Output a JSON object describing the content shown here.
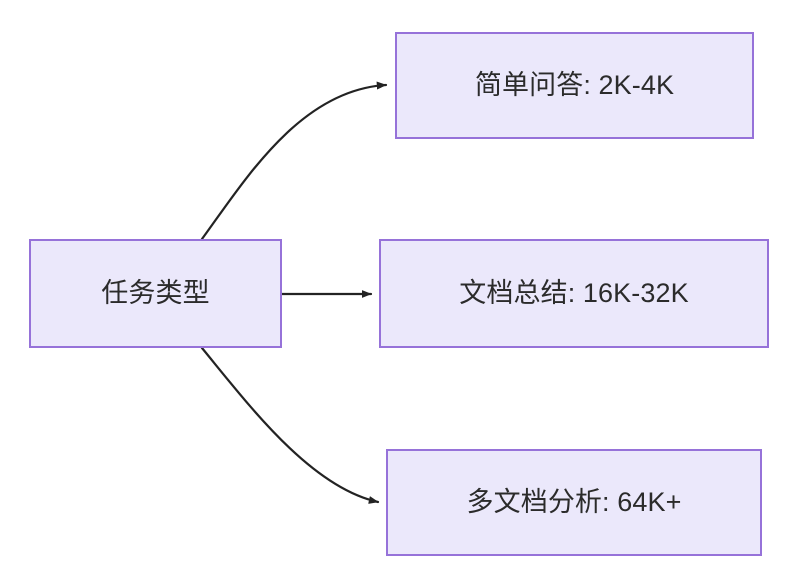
{
  "diagram": {
    "type": "flowchart",
    "direction": "left-to-right",
    "background_color": "#ffffff",
    "node_fill_color": "#ebe8fb",
    "node_border_color": "#9672d9",
    "edge_color": "#232323",
    "text_color": "#2b2b2b",
    "root": {
      "id": "source",
      "label": "任务类型"
    },
    "branches": [
      {
        "id": "simple-qa",
        "label": "简单问答: 2K-4K",
        "task": "简单问答",
        "token_range": "2K-4K",
        "edge_style": "curved-up",
        "arrowhead": "filled-triangle"
      },
      {
        "id": "doc-summary",
        "label": "文档总结: 16K-32K",
        "task": "文档总结",
        "token_range": "16K-32K",
        "edge_style": "straight",
        "arrowhead": "filled-triangle"
      },
      {
        "id": "multi-doc",
        "label": "多文档分析: 64K+",
        "task": "多文档分析",
        "token_range": "64K+",
        "edge_style": "curved-down",
        "arrowhead": "filled-triangle"
      }
    ]
  }
}
